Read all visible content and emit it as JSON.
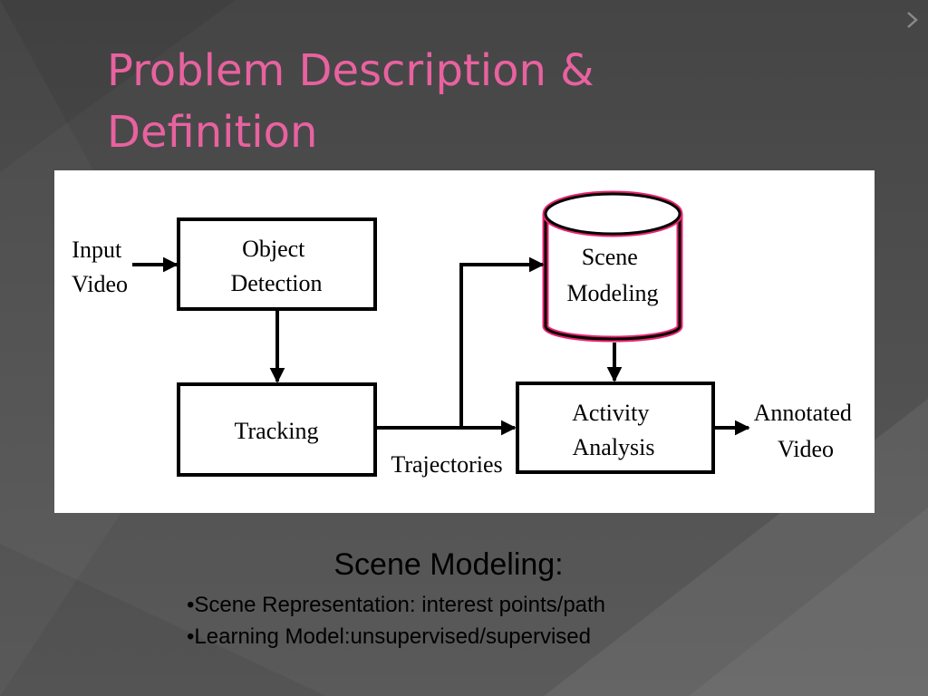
{
  "slide": {
    "title_line1": "Problem Description &",
    "title_line2": "Definition",
    "title_color": "#e8629f",
    "background_color": "#4a4a4a"
  },
  "diagram": {
    "nodes": {
      "input": [
        "Input",
        "Video"
      ],
      "object_detection": [
        "Object",
        "Detection"
      ],
      "tracking": [
        "Tracking"
      ],
      "scene_modeling": [
        "Scene",
        "Modeling"
      ],
      "activity_analysis": [
        "Activity",
        "Analysis"
      ],
      "output": [
        "Annotated",
        "Video"
      ]
    },
    "edge_labels": {
      "trajectories": "Trajectories"
    },
    "highlight_color": "#e8266f"
  },
  "caption": {
    "heading": "Scene Modeling:",
    "bullets": [
      "•Scene Representation: interest points/path",
      "•Learning Model:unsupervised/supervised"
    ]
  }
}
